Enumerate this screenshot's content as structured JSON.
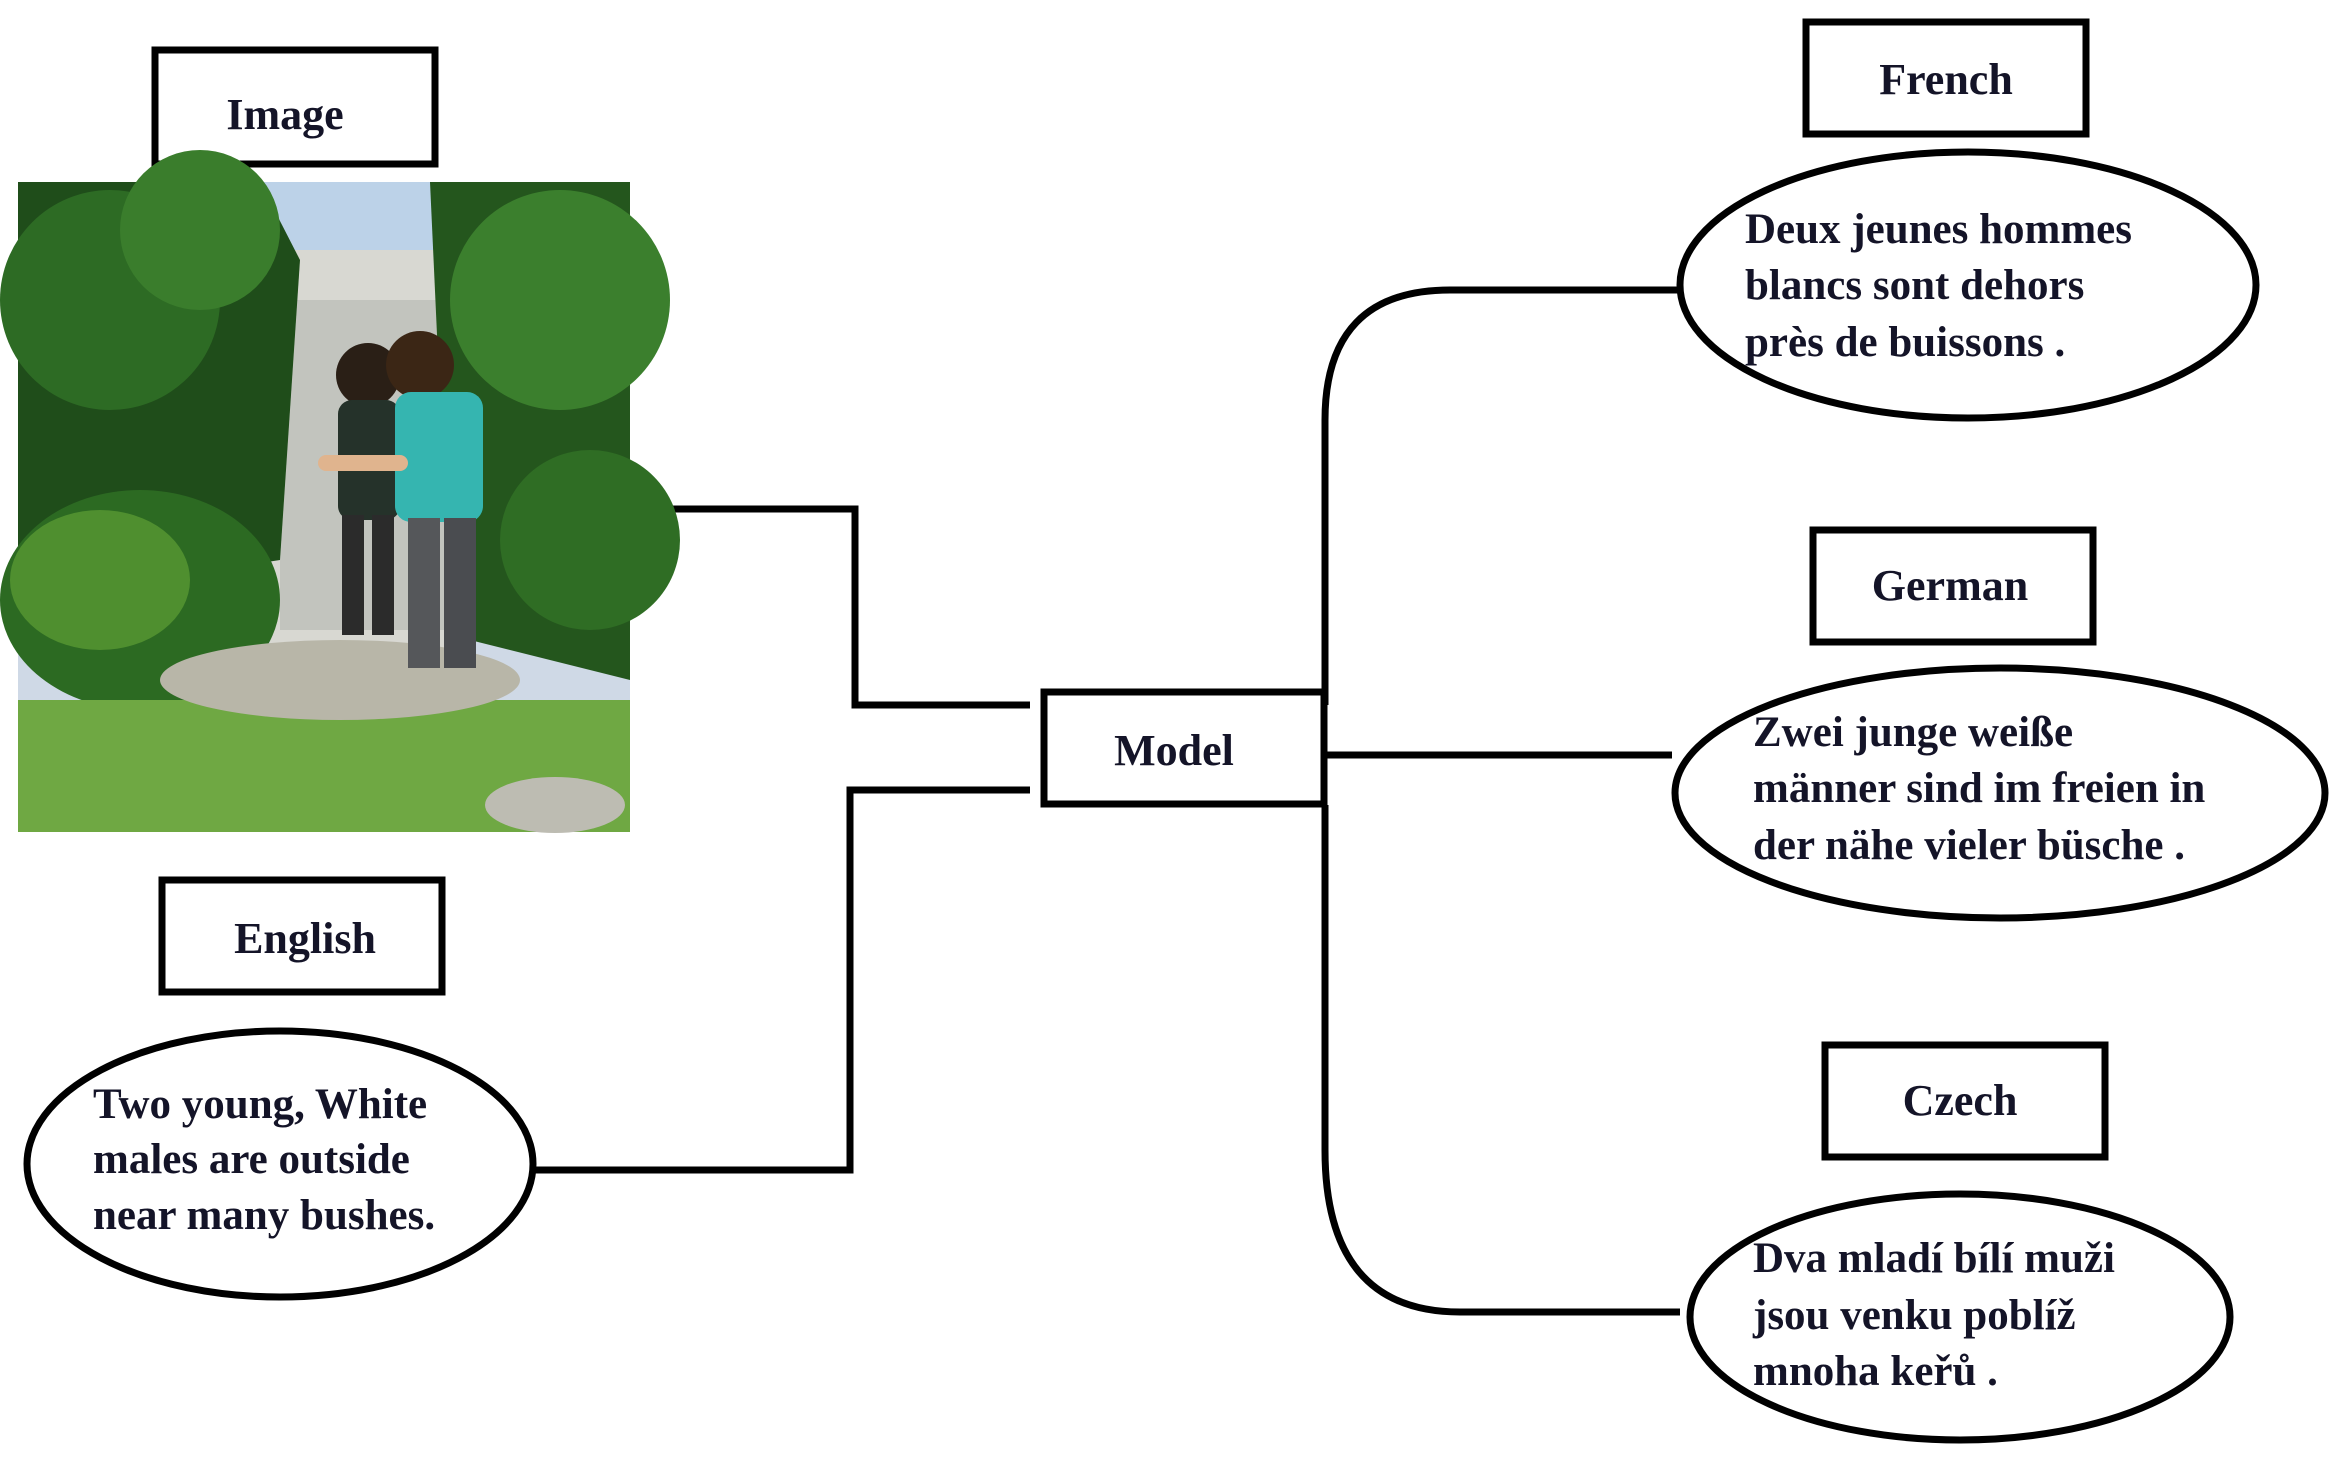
{
  "nodes": {
    "image_label": "Image",
    "english_label": "English",
    "english_text": [
      "Two young, White",
      "males are outside",
      "near many bushes."
    ],
    "model_label": "Model",
    "french_label": "French",
    "french_text": [
      "Deux jeunes hommes",
      "blancs sont dehors",
      "près de buissons ."
    ],
    "german_label": "German",
    "german_text": [
      "Zwei junge weiße",
      "männer sind im freien in",
      "der nähe vieler büsche ."
    ],
    "czech_label": "Czech",
    "czech_text": [
      "Dva mladí bílí muži",
      "jsou venku poblíž",
      "mnoha keřů ."
    ]
  },
  "colors": {
    "text": "#141428",
    "stroke": "#000000",
    "foliage_dark": "#1f4d1a",
    "foliage_light": "#4f8f2f",
    "shirt_teal": "#35b5b0",
    "grass": "#6fa843"
  }
}
